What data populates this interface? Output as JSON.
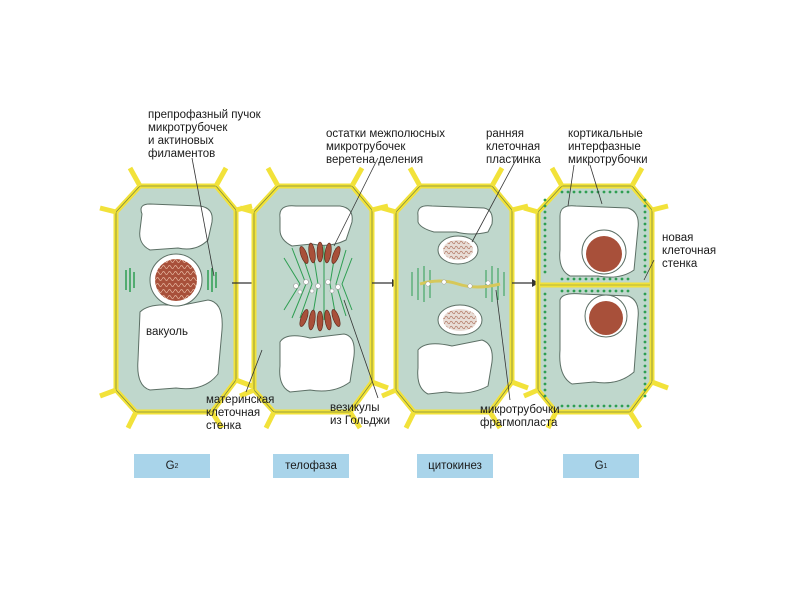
{
  "labels": {
    "preprophase_band": [
      "препрофазный пучок",
      "микротрубочек",
      "и актиновых",
      "филаментов"
    ],
    "interzonal_remnants": [
      "остатки межполюсных",
      "микротрубочек",
      "веретена деления"
    ],
    "early_cell_plate": [
      "ранняя",
      "клеточная",
      "пластинка"
    ],
    "cortical_microtubules": [
      "кортикальные",
      "интерфазные",
      "микротрубочки"
    ],
    "new_cell_wall": [
      "новая",
      "клеточная",
      "стенка"
    ],
    "vacuole": "вакуоль",
    "mother_cell_wall": [
      "материнская",
      "клеточная",
      "стенка"
    ],
    "golgi_vesicles": [
      "везикулы",
      "из Гольджи"
    ],
    "phragmoplast": [
      "микротрубочки",
      "фрагмопласта"
    ]
  },
  "stages": [
    {
      "base": "G",
      "sub": "2"
    },
    {
      "base": "телофаза",
      "sub": ""
    },
    {
      "base": "цитокинез",
      "sub": ""
    },
    {
      "base": "G",
      "sub": "1"
    }
  ],
  "colors": {
    "cell_wall_yellow": "#f2e23a",
    "cell_wall_outline": "#7d8a3a",
    "cytoplasm": "#bfd7cc",
    "nucleus": "#a8503a",
    "microtubule_green": "#2e9e52",
    "stage_box": "#a9d4ea"
  }
}
